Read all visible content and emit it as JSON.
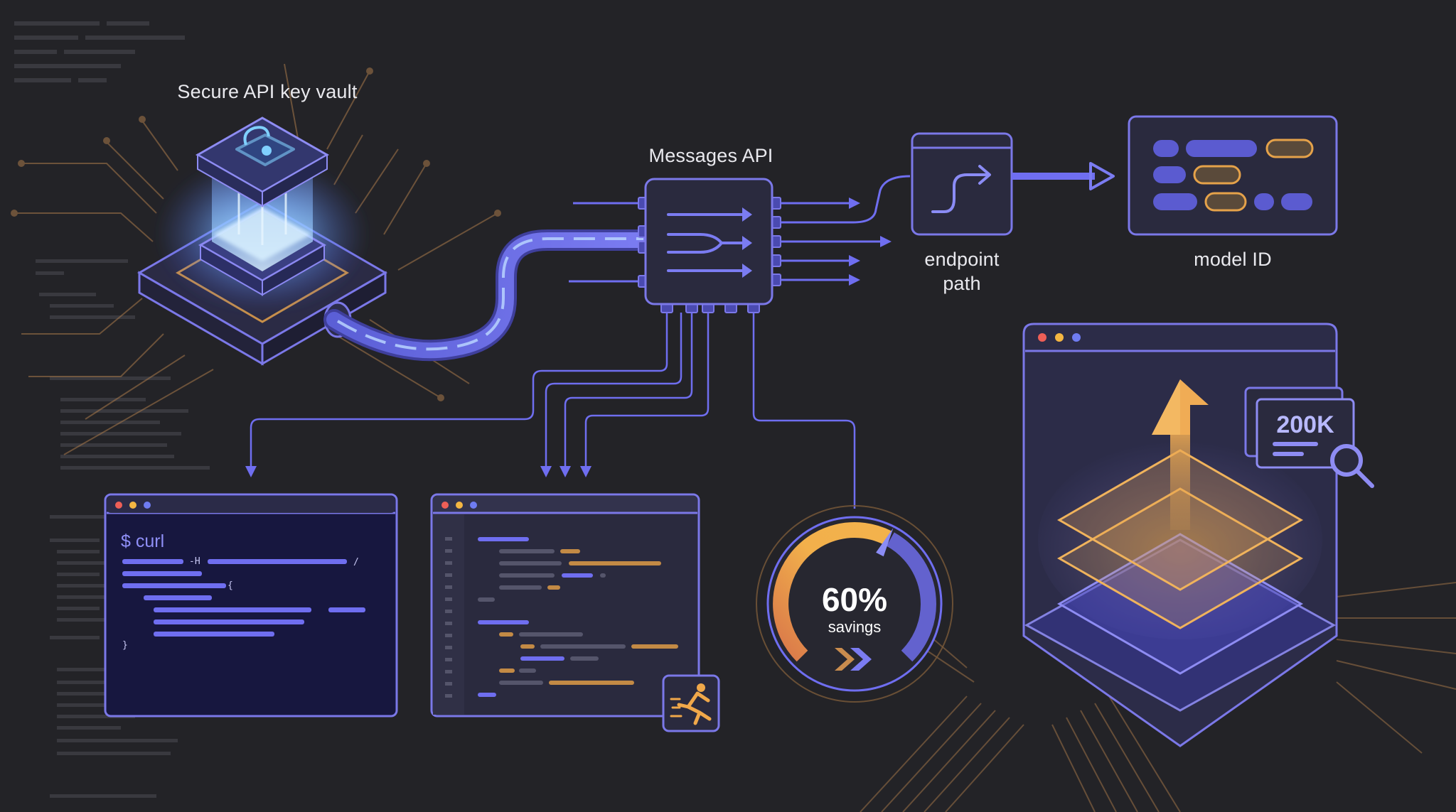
{
  "labels": {
    "vault": "Secure API key vault",
    "messages_api": "Messages API",
    "endpoint_line1": "endpoint",
    "endpoint_line2": "path",
    "model_id": "model ID"
  },
  "terminal": {
    "prompt": "$ curl",
    "flag": "-H",
    "slash": "/",
    "open_brace": "{",
    "close_brace": "}"
  },
  "gauge": {
    "value": "60%",
    "caption": "savings",
    "fraction": 0.6
  },
  "context_badge": {
    "value": "200K"
  },
  "colors": {
    "background": "#232327",
    "accent_purple": "#6f6ef0",
    "accent_orange": "#e5a24a",
    "glow_blue": "#9fc8ff",
    "window_dot_red": "#ee5f57",
    "window_dot_yellow": "#f4b642",
    "window_dot_blue": "#6f7cf2"
  },
  "icons": [
    "lock-icon",
    "route-arrow-icon",
    "runner-icon",
    "magnifier-icon",
    "up-arrow-icon",
    "fast-forward-icon"
  ]
}
